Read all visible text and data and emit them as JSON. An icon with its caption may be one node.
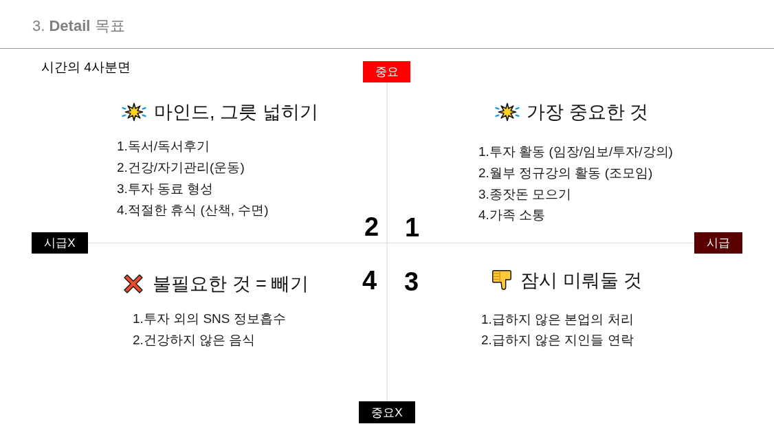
{
  "diagram": {
    "title": "3. **Detail** 목표",
    "nodes": [
      {
        "text": [
          "중요"
        ]
      },
      {
        "text": [
          "시급X"
        ]
      },
      {
        "text": [
          "시급"
        ]
      },
      {
        "text": [
          "중요X"
        ]
      }
    ],
    "labels": [
      "시간의 4사분면",
      "마인드, 그릇 넓히기",
      "1.독서/독서후기",
      "2.건강/자기관리(운동)",
      "3.투자 동료 형성",
      "4.적절한 휴식 (산책, 수면)",
      "가장 중요한 것",
      "1.투자 활동 (임장/임보/투자/강의)",
      "2.월부 정규강의 활동 (조모임)",
      "3.종잣돈 모으기",
      "4.가족 소통",
      "2",
      "1",
      "4",
      "3",
      "불필요한 것 = 빼기",
      "1.투자 외의 SNS 정보흡수",
      "2.건강하지 않은 음식",
      "잠시 미뤄둘 것",
      "1.급하지 않은 본업의 처리",
      "2.급하지 않은 지인들 연락"
    ]
  }
}
